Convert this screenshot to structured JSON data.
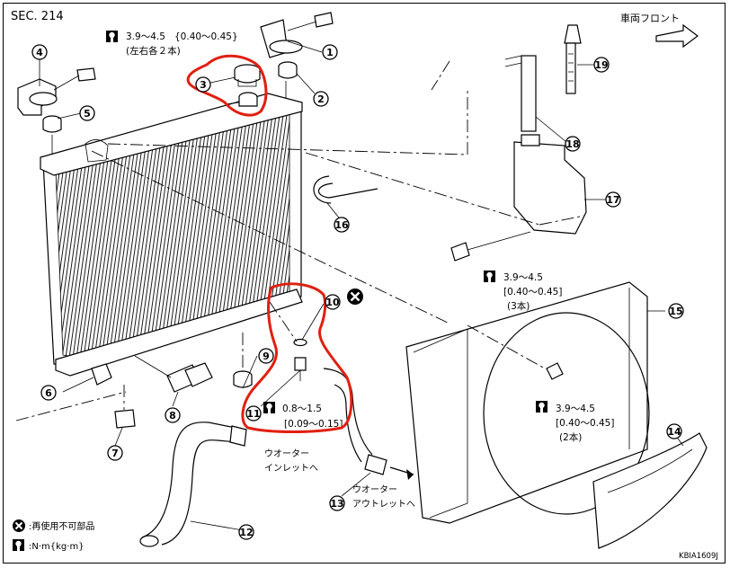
{
  "section": "SEC. 214",
  "front_label": "車両フロント",
  "figure_code": "KBIA1609J",
  "torques": [
    {
      "id": "t1",
      "value": "3.9～4.5",
      "sub": "{0.40～0.45}",
      "note": "(左右各２本)"
    },
    {
      "id": "t2",
      "value": "3.9～4.5",
      "sub": "[0.40～0.45]",
      "note": "(3本)"
    },
    {
      "id": "t3",
      "value": "3.9～4.5",
      "sub": "[0.40～0.45]",
      "note": "(2本)"
    },
    {
      "id": "t4",
      "value": "0.8～1.5",
      "sub": "[0.09～0.15]",
      "note": ""
    }
  ],
  "hose_labels": {
    "inlet_line1": "ウオーター",
    "inlet_line2": "インレットへ",
    "outlet_line1": "ウオーター",
    "outlet_line2": "アウトレットへ"
  },
  "legend": [
    {
      "icon": "x-circle-icon",
      "text": ":再使用不可部品"
    },
    {
      "icon": "torque-wrench-icon",
      "text": ":N·m{kg·m}"
    }
  ],
  "callouts": [
    "1",
    "2",
    "3",
    "4",
    "5",
    "6",
    "7",
    "8",
    "9",
    "10",
    "11",
    "12",
    "13",
    "14",
    "15",
    "16",
    "17",
    "18",
    "19"
  ],
  "colors": {
    "highlight": "#e02010",
    "line": "#000000"
  }
}
